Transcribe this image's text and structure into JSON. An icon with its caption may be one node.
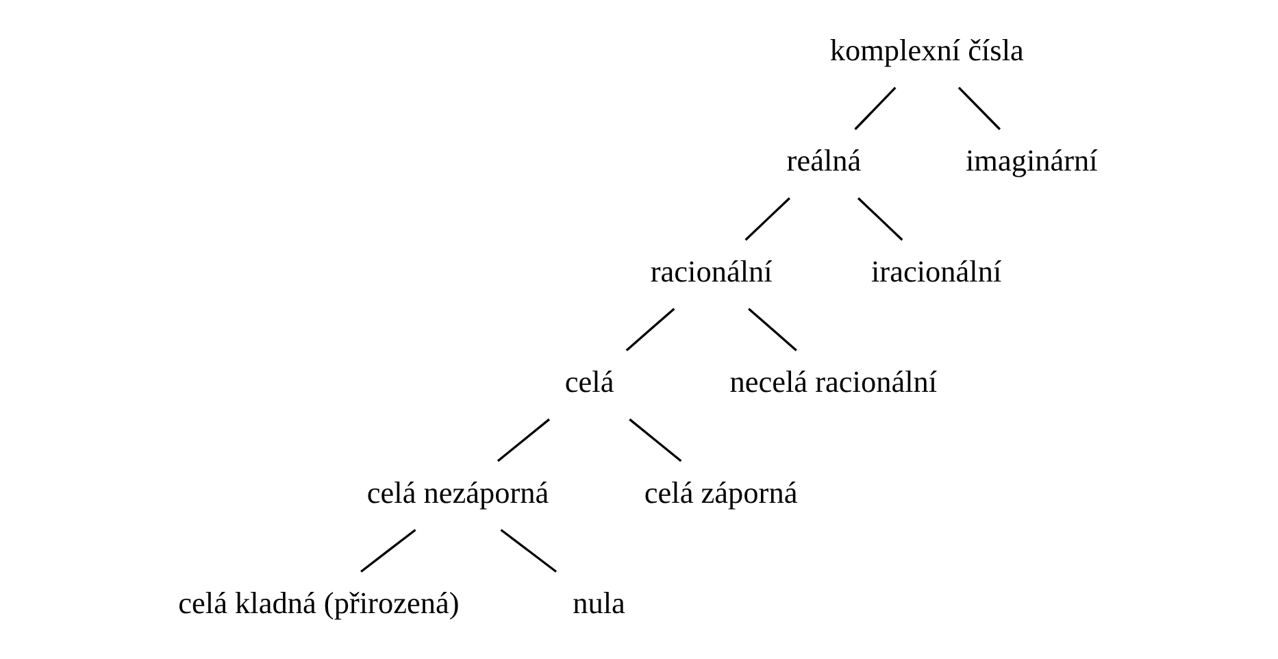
{
  "diagram": {
    "nodes": [
      {
        "text": [
          "komplexní čísla"
        ]
      },
      {
        "text": [
          "reálná"
        ]
      },
      {
        "text": [
          "imaginární"
        ]
      },
      {
        "text": [
          "racionální"
        ]
      },
      {
        "text": [
          "iracionální"
        ]
      },
      {
        "text": [
          "celá"
        ]
      },
      {
        "text": [
          "necelá racionální"
        ]
      },
      {
        "text": [
          "celá nezáporná"
        ]
      },
      {
        "text": [
          "celá záporná"
        ]
      },
      {
        "text": [
          "celá kladná (přirozená)"
        ]
      },
      {
        "text": [
          "nula"
        ]
      }
    ],
    "edges": [
      {
        "from": 0,
        "to": 1,
        "arrow": "none"
      },
      {
        "from": 0,
        "to": 2,
        "arrow": "none"
      },
      {
        "from": 1,
        "to": 3,
        "arrow": "none"
      },
      {
        "from": 1,
        "to": 4,
        "arrow": "none"
      },
      {
        "from": 3,
        "to": 5,
        "arrow": "none"
      },
      {
        "from": 3,
        "to": 6,
        "arrow": "none"
      },
      {
        "from": 5,
        "to": 7,
        "arrow": "none"
      },
      {
        "from": 5,
        "to": 8,
        "arrow": "none"
      },
      {
        "from": 7,
        "to": 9,
        "arrow": "none"
      },
      {
        "from": 7,
        "to": 10,
        "arrow": "none"
      }
    ]
  }
}
